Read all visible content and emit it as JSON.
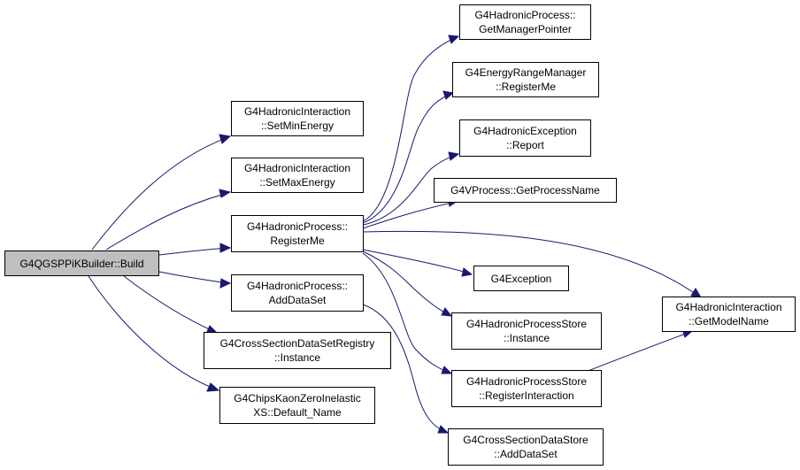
{
  "nodes": {
    "root": {
      "lines": [
        "G4QGSPPiKBuilder::Build"
      ]
    },
    "set_min_energy": {
      "lines": [
        "G4HadronicInteraction",
        "::SetMinEnergy"
      ]
    },
    "set_max_energy": {
      "lines": [
        "G4HadronicInteraction",
        "::SetMaxEnergy"
      ]
    },
    "register_me": {
      "lines": [
        "G4HadronicProcess::",
        "RegisterMe"
      ]
    },
    "add_data_set": {
      "lines": [
        "G4HadronicProcess::",
        "AddDataSet"
      ]
    },
    "xs_registry_instance": {
      "lines": [
        "G4CrossSectionDataSetRegistry",
        "::Instance"
      ]
    },
    "chips_default_name": {
      "lines": [
        "G4ChipsKaonZeroInelastic",
        "XS::Default_Name"
      ]
    },
    "get_manager_pointer": {
      "lines": [
        "G4HadronicProcess::",
        "GetManagerPointer"
      ]
    },
    "energy_range_register": {
      "lines": [
        "G4EnergyRangeManager",
        "::RegisterMe"
      ]
    },
    "exception_report": {
      "lines": [
        "G4HadronicException",
        "::Report"
      ]
    },
    "get_process_name": {
      "lines": [
        "G4VProcess::GetProcessName"
      ]
    },
    "g4exception": {
      "lines": [
        "G4Exception"
      ]
    },
    "store_instance": {
      "lines": [
        "G4HadronicProcessStore",
        "::Instance"
      ]
    },
    "store_register_interaction": {
      "lines": [
        "G4HadronicProcessStore",
        "::RegisterInteraction"
      ]
    },
    "store_add_data_set": {
      "lines": [
        "G4CrossSectionDataStore",
        "::AddDataSet"
      ]
    },
    "get_model_name": {
      "lines": [
        "G4HadronicInteraction",
        "::GetModelName"
      ]
    }
  },
  "colors": {
    "edge": "#191970",
    "node_border": "#000000",
    "root_fill": "#bfbfbf",
    "node_fill": "#ffffff"
  }
}
